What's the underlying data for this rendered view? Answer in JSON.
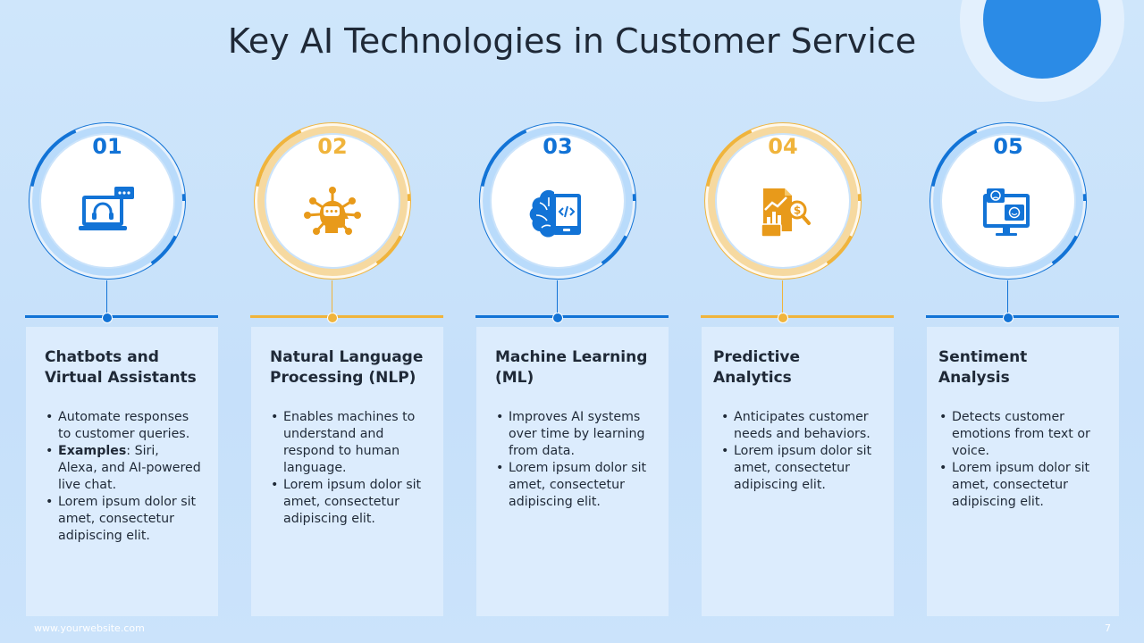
{
  "title": "Key AI Technologies in Customer Service",
  "footer": {
    "website": "www.yourwebsite.com",
    "page_number": "7"
  },
  "colors": {
    "blue": "#1273d6",
    "orange": "#f0b43c",
    "panel": "#dcecfd",
    "background": "#c6e0fa"
  },
  "cards": [
    {
      "number": "01",
      "accent": "blue",
      "icon": "chatbot-headset-laptop-icon",
      "heading_line1": "Chatbots and",
      "heading_line2": "Virtual Assistants",
      "bullets": [
        {
          "bold": "",
          "text": "Automate responses to customer queries."
        },
        {
          "bold": "Examples",
          "text": ": Siri, Alexa, and AI-powered live chat."
        },
        {
          "bold": "",
          "text": "Lorem ipsum dolor sit amet, consectetur adipiscing elit."
        }
      ]
    },
    {
      "number": "02",
      "accent": "orange",
      "icon": "nlp-head-network-icon",
      "heading_line1": "Natural Language",
      "heading_line2": "Processing (NLP)",
      "bullets": [
        {
          "bold": "",
          "text": "Enables machines to understand and respond to human language."
        },
        {
          "bold": "",
          "text": "Lorem ipsum dolor sit amet, consectetur adipiscing elit."
        }
      ]
    },
    {
      "number": "03",
      "accent": "blue",
      "icon": "brain-code-icon",
      "heading_line1": "Machine Learning",
      "heading_line2": "(ML)",
      "bullets": [
        {
          "bold": "",
          "text": "Improves AI systems over time by learning from data."
        },
        {
          "bold": "",
          "text": "Lorem ipsum dolor sit amet, consectetur adipiscing elit."
        }
      ]
    },
    {
      "number": "04",
      "accent": "orange",
      "icon": "analytics-report-magnifier-icon",
      "heading_line1": "Predictive",
      "heading_line2": "Analytics",
      "bullets": [
        {
          "bold": "",
          "text": "Anticipates customer needs and behaviors."
        },
        {
          "bold": "",
          "text": "Lorem ipsum dolor sit amet, consectetur adipiscing elit."
        }
      ]
    },
    {
      "number": "05",
      "accent": "blue",
      "icon": "sentiment-monitor-icon",
      "heading_line1": "Sentiment",
      "heading_line2": "Analysis",
      "bullets": [
        {
          "bold": "",
          "text": "Detects customer emotions from text or voice."
        },
        {
          "bold": "",
          "text": "Lorem ipsum dolor sit amet, consectetur adipiscing elit."
        }
      ]
    }
  ]
}
